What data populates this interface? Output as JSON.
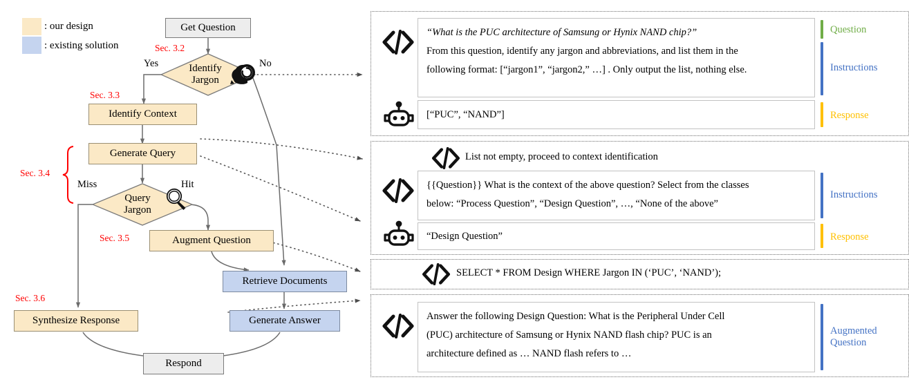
{
  "legend": {
    "our_design": ": our design",
    "existing_solution": ": existing solution",
    "colors": {
      "our_design": "#FBE9C6",
      "existing_solution": "#C5D4EF"
    }
  },
  "flow": {
    "nodes": [
      {
        "id": "get-question",
        "label": "Get Question",
        "type": "terminal"
      },
      {
        "id": "identify-jargon",
        "label": "Identify\nJargon",
        "type": "decision"
      },
      {
        "id": "identify-context",
        "label": "Identify Context",
        "type": "process"
      },
      {
        "id": "generate-query",
        "label": "Generate Query",
        "type": "process"
      },
      {
        "id": "query-jargon",
        "label": "Query\nJargon",
        "type": "decision"
      },
      {
        "id": "augment-question",
        "label": "Augment Question",
        "type": "process"
      },
      {
        "id": "retrieve-documents",
        "label": "Retrieve Documents",
        "type": "existing"
      },
      {
        "id": "synthesize-response",
        "label": "Synthesize Response",
        "type": "process"
      },
      {
        "id": "generate-answer",
        "label": "Generate Answer",
        "type": "existing"
      },
      {
        "id": "respond",
        "label": "Respond",
        "type": "terminal"
      }
    ],
    "node_labels": {
      "get_question": "Get Question",
      "identify_jargon_l1": "Identify",
      "identify_jargon_l2": "Jargon",
      "identify_context": "Identify Context",
      "generate_query": "Generate Query",
      "query_jargon_l1": "Query",
      "query_jargon_l2": "Jargon",
      "augment_question": "Augment Question",
      "retrieve_documents": "Retrieve Documents",
      "synthesize_response": "Synthesize Response",
      "generate_answer": "Generate Answer",
      "respond": "Respond"
    },
    "edge_labels": {
      "yes": "Yes",
      "no": "No",
      "miss": "Miss",
      "hit": "Hit"
    },
    "section_labels": {
      "s32": "Sec. 3.2",
      "s33": "Sec. 3.3",
      "s34": "Sec. 3.4",
      "s35": "Sec. 3.5",
      "s36": "Sec. 3.6"
    },
    "accent_red": "#FF0000"
  },
  "right_panel": {
    "sections": [
      {
        "id": "jargon-identification",
        "blocks": [
          {
            "icon": "code-icon",
            "lines": [
              {
                "text": "“What is the PUC architecture of Samsung or Hynix NAND chip?”",
                "style": "italic"
              },
              {
                "text": "From this question, identify any jargon and abbreviations, and list them in the",
                "style": "normal"
              },
              {
                "text": "following format: [“jargon1”, “jargon2,” …] . Only output the list, nothing else.",
                "style": "normal"
              }
            ],
            "tags": [
              {
                "label": "Question",
                "color": "#70AD47"
              },
              {
                "label": "Instructions",
                "color": "#4472C4"
              }
            ]
          },
          {
            "icon": "robot-icon",
            "lines": [
              {
                "text": "[“PUC”, “NAND”]",
                "style": "normal"
              }
            ],
            "tags": [
              {
                "label": "Response",
                "color": "#FFC000"
              }
            ]
          }
        ]
      },
      {
        "id": "context-identification",
        "header": {
          "icon": "code-icon",
          "text": "List not empty, proceed to context identification"
        },
        "blocks": [
          {
            "icon": "code-icon",
            "lines": [
              {
                "text": "{{Question}} What is the context of the above question? Select from the classes",
                "style": "normal"
              },
              {
                "text": "below: “Process Question”,  “Design Question”, …, “None of the above”",
                "style": "normal"
              }
            ],
            "tags": [
              {
                "label": "Instructions",
                "color": "#4472C4"
              }
            ]
          },
          {
            "icon": "robot-icon",
            "lines": [
              {
                "text": "“Design Question”",
                "style": "normal"
              }
            ],
            "tags": [
              {
                "label": "Response",
                "color": "#FFC000"
              }
            ]
          }
        ]
      },
      {
        "id": "sql-query",
        "header": {
          "icon": "code-icon",
          "text": "SELECT * FROM Design WHERE Jargon IN (‘PUC’, ‘NAND’);"
        },
        "blocks": []
      },
      {
        "id": "augmented-question",
        "blocks": [
          {
            "icon": "code-icon",
            "lines": [
              {
                "text": "Answer the following Design Question: What is the Peripheral Under Cell",
                "style": "normal"
              },
              {
                "text": "(PUC) architecture of Samsung or Hynix NAND flash chip? PUC is an",
                "style": "normal"
              },
              {
                "text": "architecture defined as … NAND flash refers to …",
                "style": "normal"
              }
            ],
            "tags": [
              {
                "label": "Augmented\nQuestion",
                "color": "#4472C4",
                "l1": "Augmented",
                "l2": "Question"
              }
            ]
          }
        ]
      }
    ]
  }
}
